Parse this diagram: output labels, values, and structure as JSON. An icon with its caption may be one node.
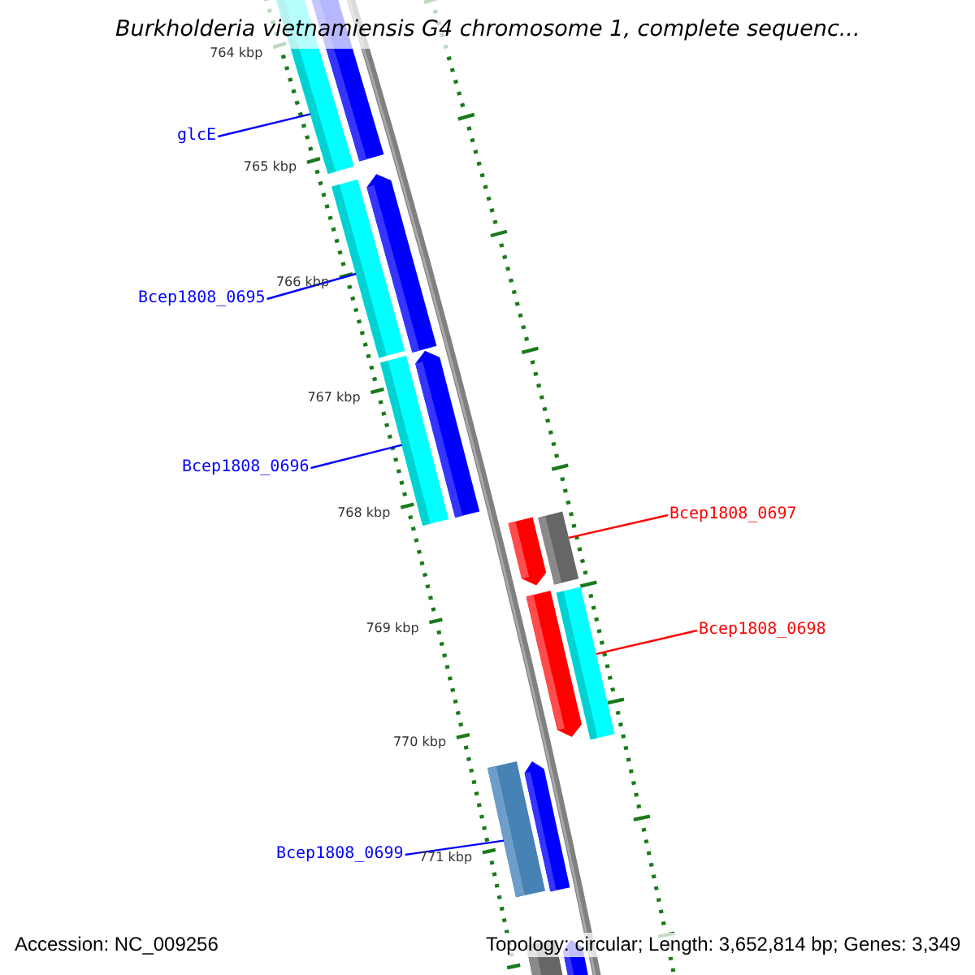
{
  "diagram": {
    "title": "Burkholderia vietnamiensis G4 chromosome 1, complete sequenc...",
    "nodes": [
      {
        "text": [
          "glcE"
        ]
      },
      {
        "text": [
          "Bcep1808_0695"
        ]
      },
      {
        "text": [
          "Bcep1808_0696"
        ]
      },
      {
        "text": [
          "Bcep1808_0697"
        ]
      },
      {
        "text": [
          "Bcep1808_0698"
        ]
      },
      {
        "text": [
          "Bcep1808_0699"
        ]
      },
      {
        "text": [],
        "shape": "bar"
      },
      {
        "text": [],
        "shape": "bar"
      },
      {
        "text": [],
        "shape": "bar"
      },
      {
        "text": [],
        "shape": "bar"
      },
      {
        "text": [],
        "shape": "bar"
      },
      {
        "text": [],
        "shape": "bar"
      }
    ],
    "edges": [
      {
        "from": 0,
        "to": 6,
        "arrow": "none"
      },
      {
        "from": 1,
        "to": 7,
        "arrow": "none"
      },
      {
        "from": 2,
        "to": 8,
        "arrow": "none"
      },
      {
        "from": 3,
        "to": 9,
        "arrow": "none",
        "color": "#ff0000"
      },
      {
        "from": 4,
        "to": 10,
        "arrow": "none",
        "color": "#ff0000"
      },
      {
        "from": 5,
        "to": 11,
        "arrow": "none"
      }
    ],
    "labels": [
      "764 kbp",
      "765 kbp",
      "766 kbp",
      "767 kbp",
      "768 kbp",
      "769 kbp",
      "770 kbp",
      "771 kbp",
      "Accession: NC_009256",
      "Topology: circular; Length: 3,652,814 bp; Genes: 3,349"
    ]
  }
}
